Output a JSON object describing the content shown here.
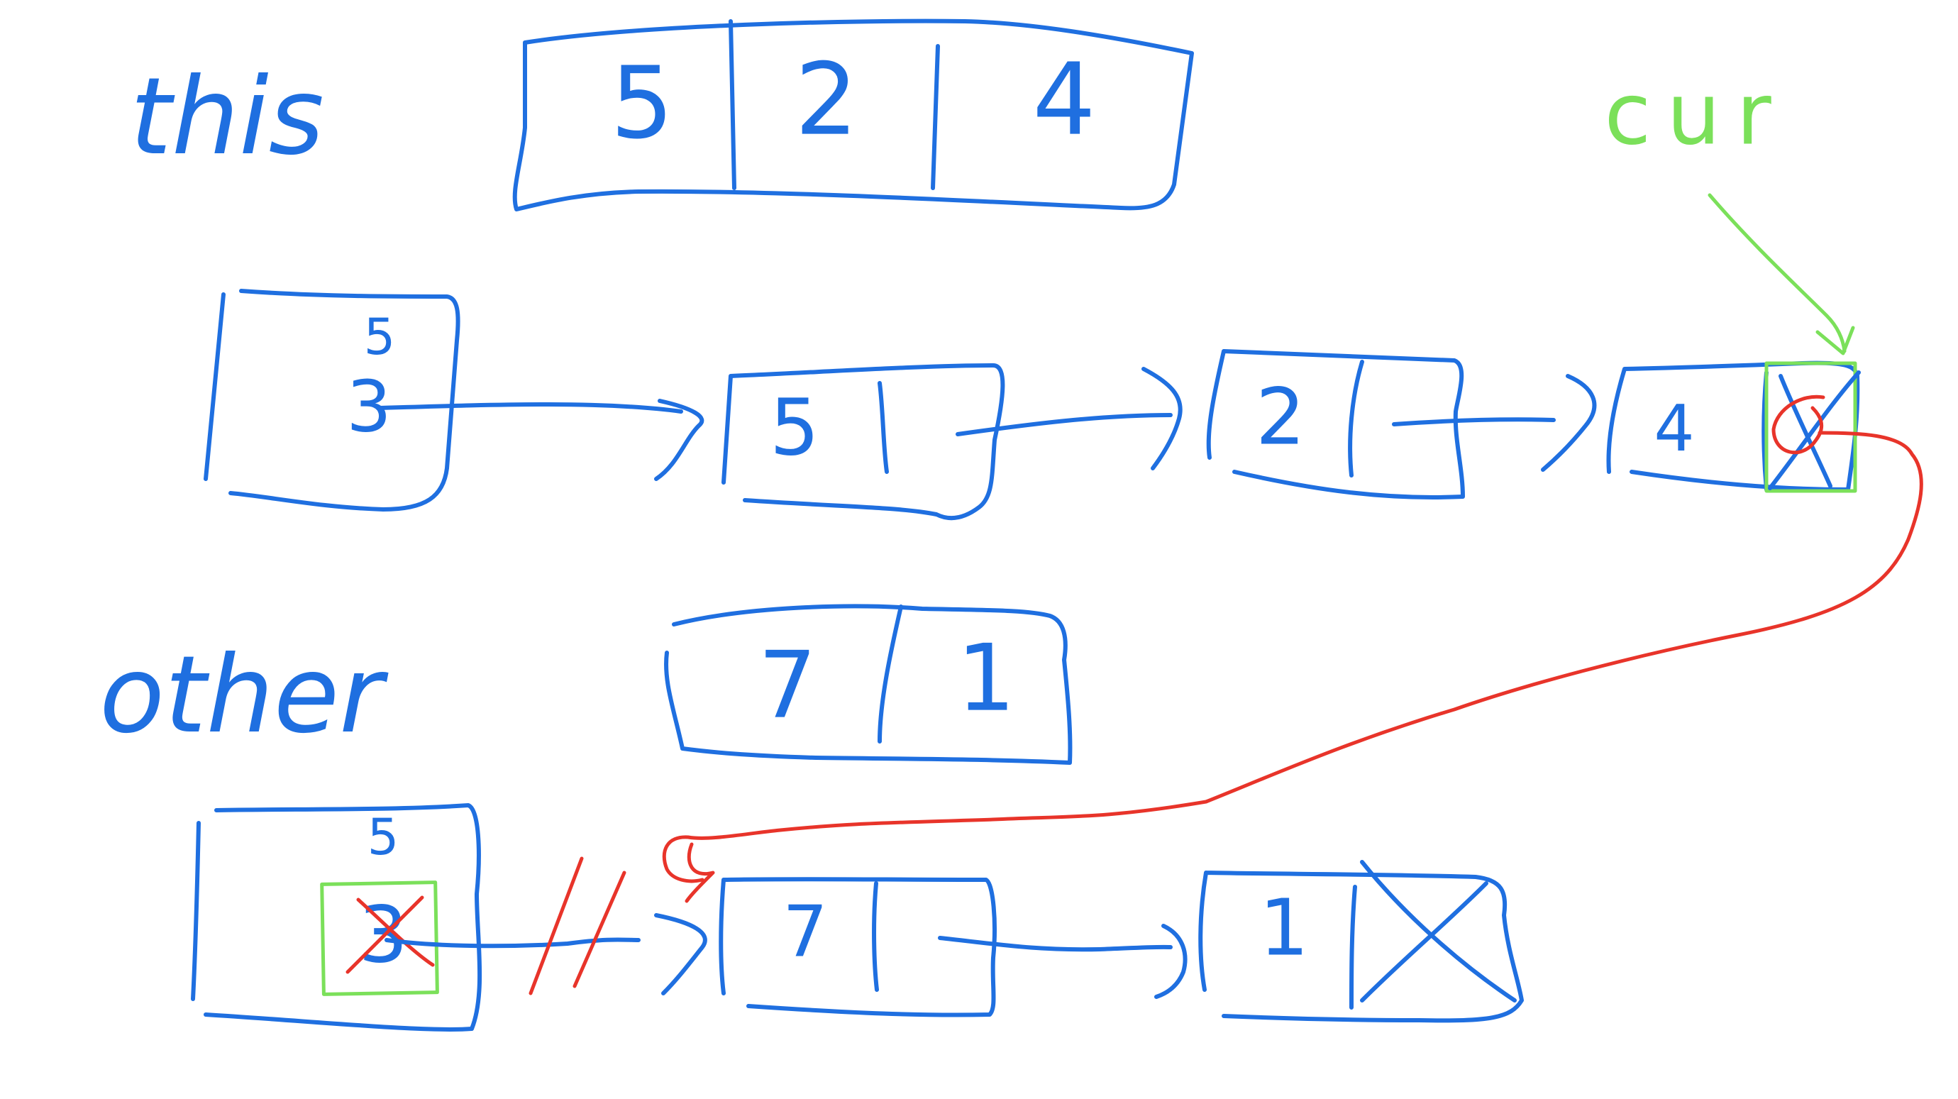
{
  "labels": {
    "this": "this",
    "other": "other",
    "cur": "cur"
  },
  "this_array": [
    "5",
    "2",
    "4"
  ],
  "other_array": [
    "7",
    "1"
  ],
  "this_list": {
    "head_size": "5",
    "head_value": "3",
    "nodes": [
      "5",
      "2",
      "4"
    ]
  },
  "other_list": {
    "head_size": "5",
    "head_value": "3",
    "nodes": [
      "7",
      "1"
    ]
  },
  "colors": {
    "ink_blue": "#1f6fe0",
    "ink_red": "#e8342a",
    "ink_green": "#7be05a"
  }
}
